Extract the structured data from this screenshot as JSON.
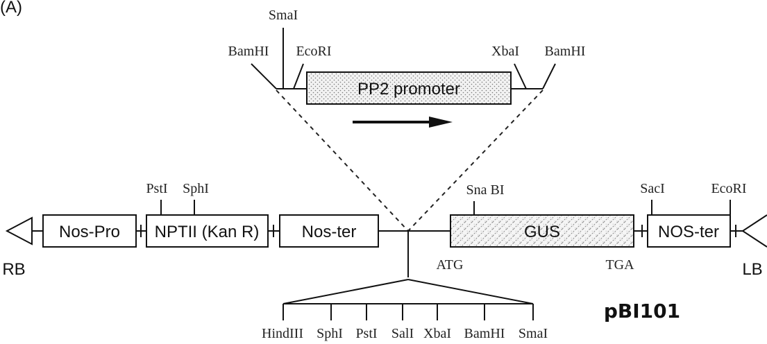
{
  "panel_label": "(A)",
  "plasmid_name": "pBI101",
  "insert": {
    "promoter_label": "PP2 promoter",
    "sites_left": [
      "SmaI",
      "BamHI",
      "EcoRI"
    ],
    "sites_right": [
      "XbaI",
      "BamHI"
    ]
  },
  "vector": {
    "left_border": "RB",
    "right_border": "LB",
    "blocks": [
      "Nos-Pro",
      "NPTII (Kan R)",
      "Nos-ter",
      "GUS",
      "NOS-ter"
    ],
    "sites": [
      "PstI",
      "SphI",
      "Sna BI",
      "SacI",
      "EcoRI"
    ],
    "start_codon": "ATG",
    "stop_codon": "TGA"
  },
  "mcs": [
    "HindIII",
    "SphI",
    "PstI",
    "SalI",
    "XbaI",
    "BamHI",
    "SmaI"
  ],
  "colors": {
    "line": "#111111",
    "fill": "#ffffff"
  }
}
